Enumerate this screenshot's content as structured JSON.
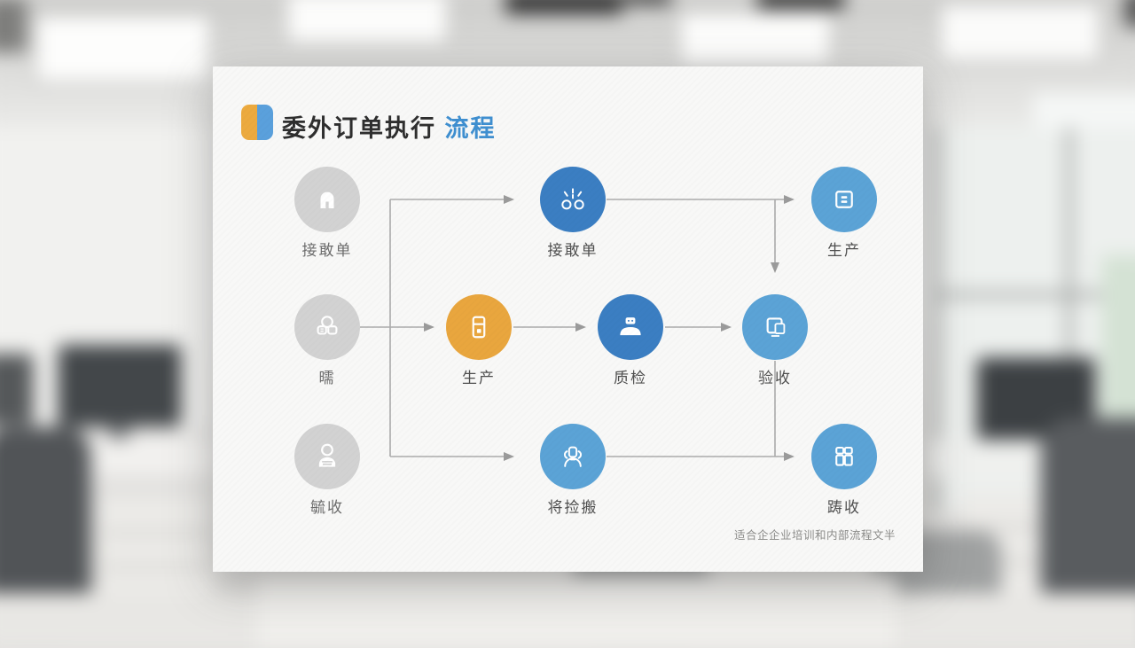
{
  "slide": {
    "title": {
      "text": "委外订单执行",
      "accent": "流程"
    },
    "caption": "适合企企业培训和内部流程文半",
    "colors": {
      "title_accent": "#3f8fd0",
      "title_icon_left": "#ecaa3f",
      "title_icon_right": "#5aa0dc",
      "node_gray": "#d2d2d2",
      "node_dark_blue": "#3b7ec2",
      "node_light_blue": "#5ba3d6",
      "node_orange": "#e9a63e",
      "connector": "#ababab",
      "card_background": "#f8f8f7"
    },
    "nodes": [
      {
        "label": "接敢单",
        "color": "gray",
        "icon": "arch-icon"
      },
      {
        "label": "接敢单",
        "color": "dark_blue",
        "icon": "confetti-icon"
      },
      {
        "label": "生产",
        "color": "light_blue",
        "icon": "panel-icon"
      },
      {
        "label": "曘",
        "color": "gray",
        "icon": "parcels-icon"
      },
      {
        "label": "生产",
        "color": "orange",
        "icon": "device-icon"
      },
      {
        "label": "质检",
        "color": "dark_blue",
        "icon": "inspector-icon"
      },
      {
        "label": "验收",
        "color": "light_blue",
        "icon": "monitor-copy-icon"
      },
      {
        "label": "毓收",
        "color": "gray",
        "icon": "person-icon"
      },
      {
        "label": "将捡搬",
        "color": "light_blue",
        "icon": "headset-person-icon"
      },
      {
        "label": "踌收",
        "color": "light_blue",
        "icon": "grid-icon"
      }
    ]
  }
}
